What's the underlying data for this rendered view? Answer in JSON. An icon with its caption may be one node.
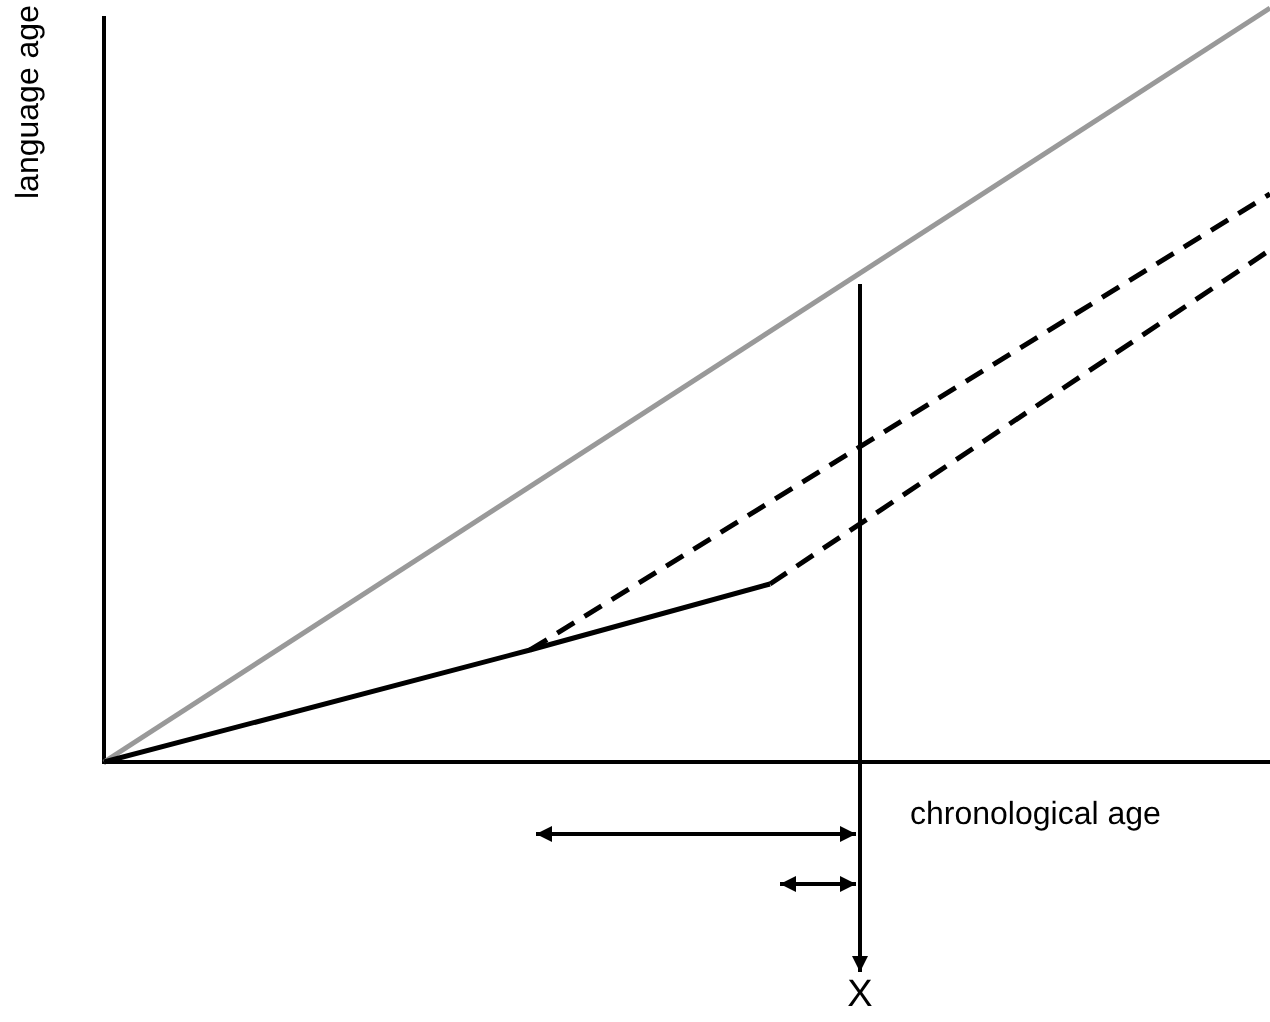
{
  "diagram": {
    "labels": [
      "language age",
      "chronological age",
      "X"
    ]
  }
}
